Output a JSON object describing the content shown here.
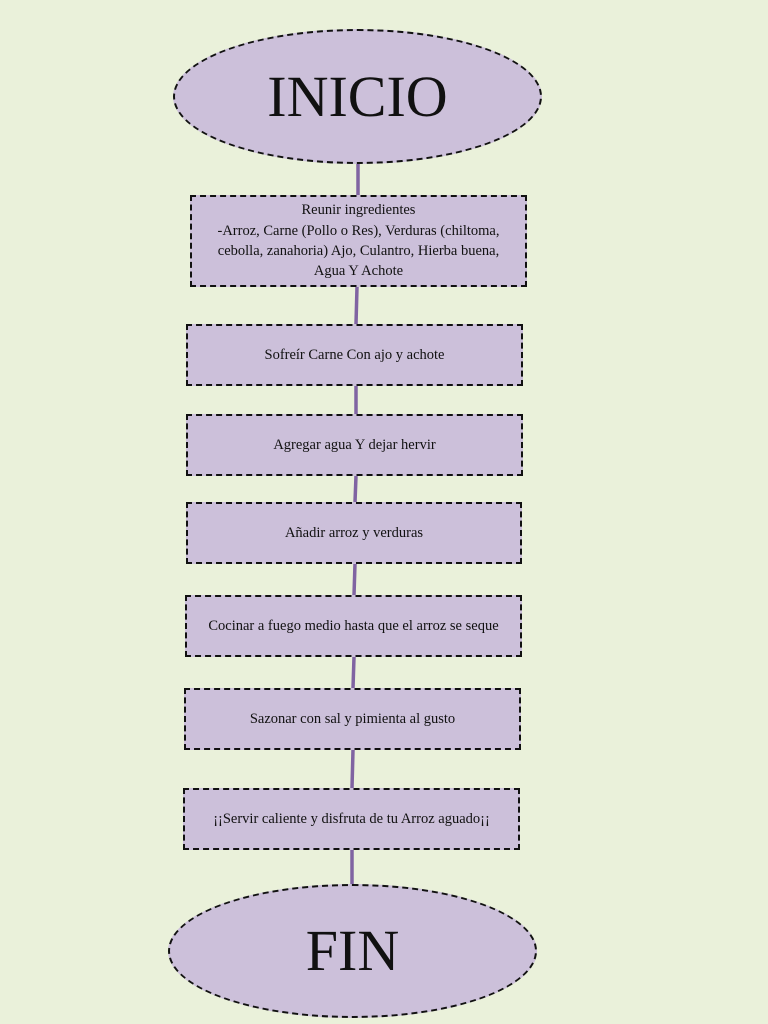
{
  "diagram": {
    "start_label": "INICIO",
    "end_label": "FIN",
    "steps": [
      {
        "lines": [
          "Reunir ingredientes",
          "-Arroz, Carne (Pollo o Res), Verduras (chiltoma,",
          "cebolla, zanahoria) Ajo, Culantro, Hierba buena,",
          "Agua Y Achote"
        ]
      },
      {
        "lines": [
          "Sofreír Carne Con ajo y achote"
        ]
      },
      {
        "lines": [
          "Agregar agua Y dejar hervir"
        ]
      },
      {
        "lines": [
          "Añadir arroz y verduras"
        ]
      },
      {
        "lines": [
          "Cocinar a fuego medio hasta que el arroz se seque"
        ]
      },
      {
        "lines": [
          "Sazonar con sal y pimienta al gusto"
        ]
      },
      {
        "lines": [
          "¡¡Servir caliente y disfruta de tu Arroz aguado¡¡"
        ]
      }
    ]
  },
  "colors": {
    "background": "#eaf1da",
    "node_fill": "#ccc0da",
    "connector": "#8064a2",
    "border": "#111111"
  }
}
